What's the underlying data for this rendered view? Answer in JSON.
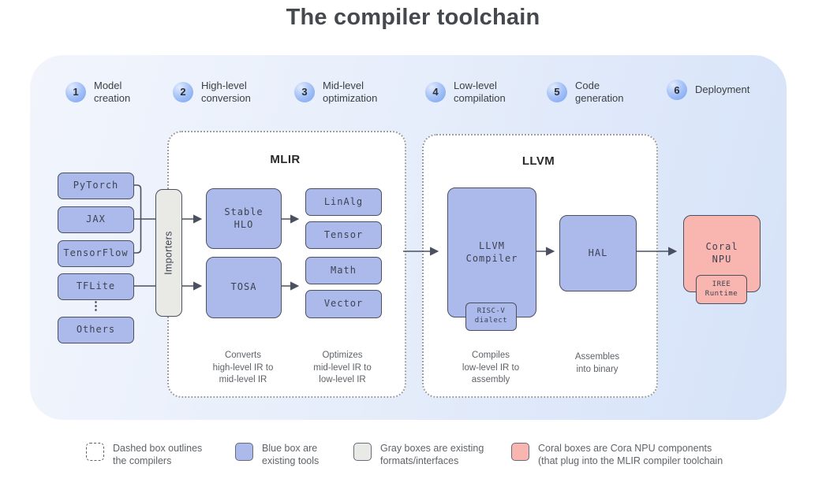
{
  "title": "The compiler toolchain",
  "steps": [
    {
      "num": "1",
      "label": "Model\ncreation"
    },
    {
      "num": "2",
      "label": "High-level\nconversion"
    },
    {
      "num": "3",
      "label": "Mid-level\noptimization"
    },
    {
      "num": "4",
      "label": "Low-level\ncompilation"
    },
    {
      "num": "5",
      "label": "Code\ngeneration"
    },
    {
      "num": "6",
      "label": "Deployment"
    }
  ],
  "sources": {
    "items": [
      "PyTorch",
      "JAX",
      "TensorFlow",
      "TFLite"
    ],
    "ellipsis": "⋮",
    "others": "Others",
    "importers": "Importers"
  },
  "mlir": {
    "title": "MLIR",
    "stable_hlo": "Stable\nHLO",
    "tosa": "TOSA",
    "dialects": [
      "LinAlg",
      "Tensor",
      "Math",
      "Vector"
    ],
    "caption_left": "Converts\nhigh-level IR to\nmid-level IR",
    "caption_right": "Optimizes\nmid-level IR to\nlow-level IR"
  },
  "llvm": {
    "title": "LLVM",
    "compiler": "LLVM\nCompiler",
    "riscv_dialect": "RISC-V\ndialect",
    "hal": "HAL",
    "caption_left": "Compiles\nlow-level IR to\nassembly",
    "caption_right": "Assembles\ninto binary"
  },
  "deployment": {
    "coral_npu": "Coral\nNPU",
    "iree_runtime": "IREE\nRuntime"
  },
  "legend": [
    {
      "swatch": "dashed",
      "text": "Dashed box outlines\nthe compilers"
    },
    {
      "swatch": "blue",
      "text": "Blue box are\nexisting tools"
    },
    {
      "swatch": "gray",
      "text": "Gray boxes are existing\nformats/interfaces"
    },
    {
      "swatch": "coral",
      "text": "Coral boxes are Cora NPU components\n(that plug into the MLIR compiler toolchain"
    }
  ],
  "colors": {
    "blue_box": "#abbaeb",
    "gray_box": "#e9e9e6",
    "coral_box": "#f9b6b0",
    "box_border": "#4a5060",
    "container_border": "#9aa0a6",
    "step_circle": "#78a2f0",
    "text_dark": "#3c4043",
    "text_muted": "#5f6368"
  }
}
